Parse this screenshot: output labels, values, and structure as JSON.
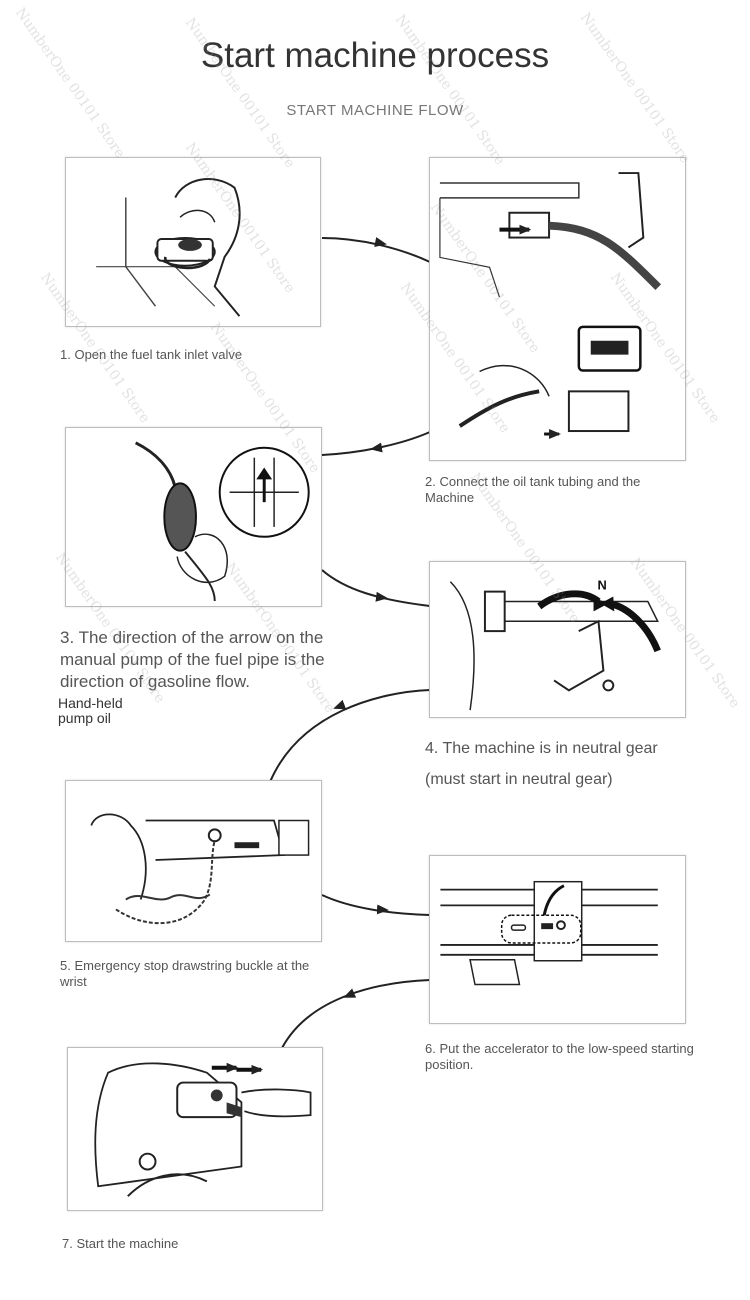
{
  "header": {
    "title": "Start machine process",
    "subtitle": "START MACHINE FLOW"
  },
  "steps": [
    {
      "caption": "1. Open the fuel tank inlet valve"
    },
    {
      "caption": "2. Connect the oil tank tubing and the Machine"
    },
    {
      "caption": "3. The direction of the arrow on the manual pump of the fuel pipe is the direction of gasoline flow.",
      "note": "Hand-held pump oil"
    },
    {
      "caption": "4. The machine is in neutral gear",
      "caption2": "(must start in neutral gear)",
      "gear_label": "N"
    },
    {
      "caption": "5. Emergency stop drawstring buckle at the wrist"
    },
    {
      "caption": "6. Put the accelerator to the low-speed starting position."
    },
    {
      "caption": "7. Start the machine"
    }
  ],
  "watermark_text": "NumberOne 00101 Store"
}
